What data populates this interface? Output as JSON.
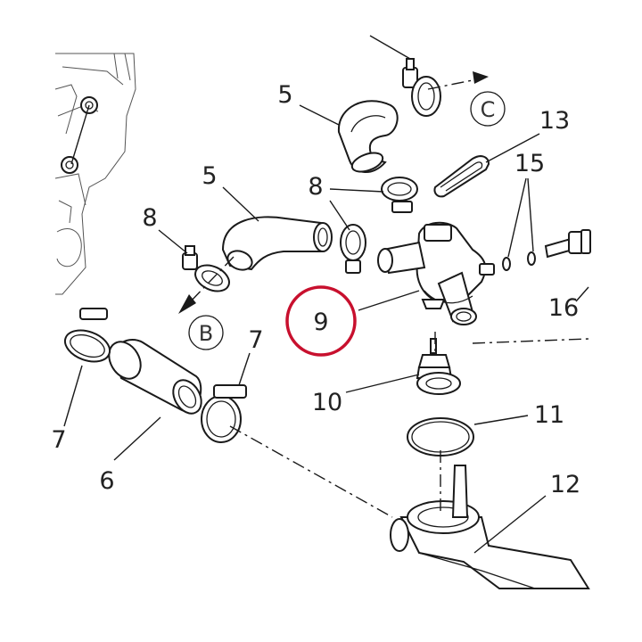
{
  "callouts": {
    "p5_top": "5",
    "p5_left": "5",
    "p8_left": "8",
    "p8_mid": "8",
    "p7_right": "7",
    "p7_left": "7",
    "p6": "6",
    "p9": "9",
    "p10": "10",
    "p11": "11",
    "p12": "12",
    "p13": "13",
    "p15": "15",
    "p16": "16"
  },
  "connectors": {
    "b": "B",
    "c": "C"
  },
  "highlight_color": "#c8102e"
}
